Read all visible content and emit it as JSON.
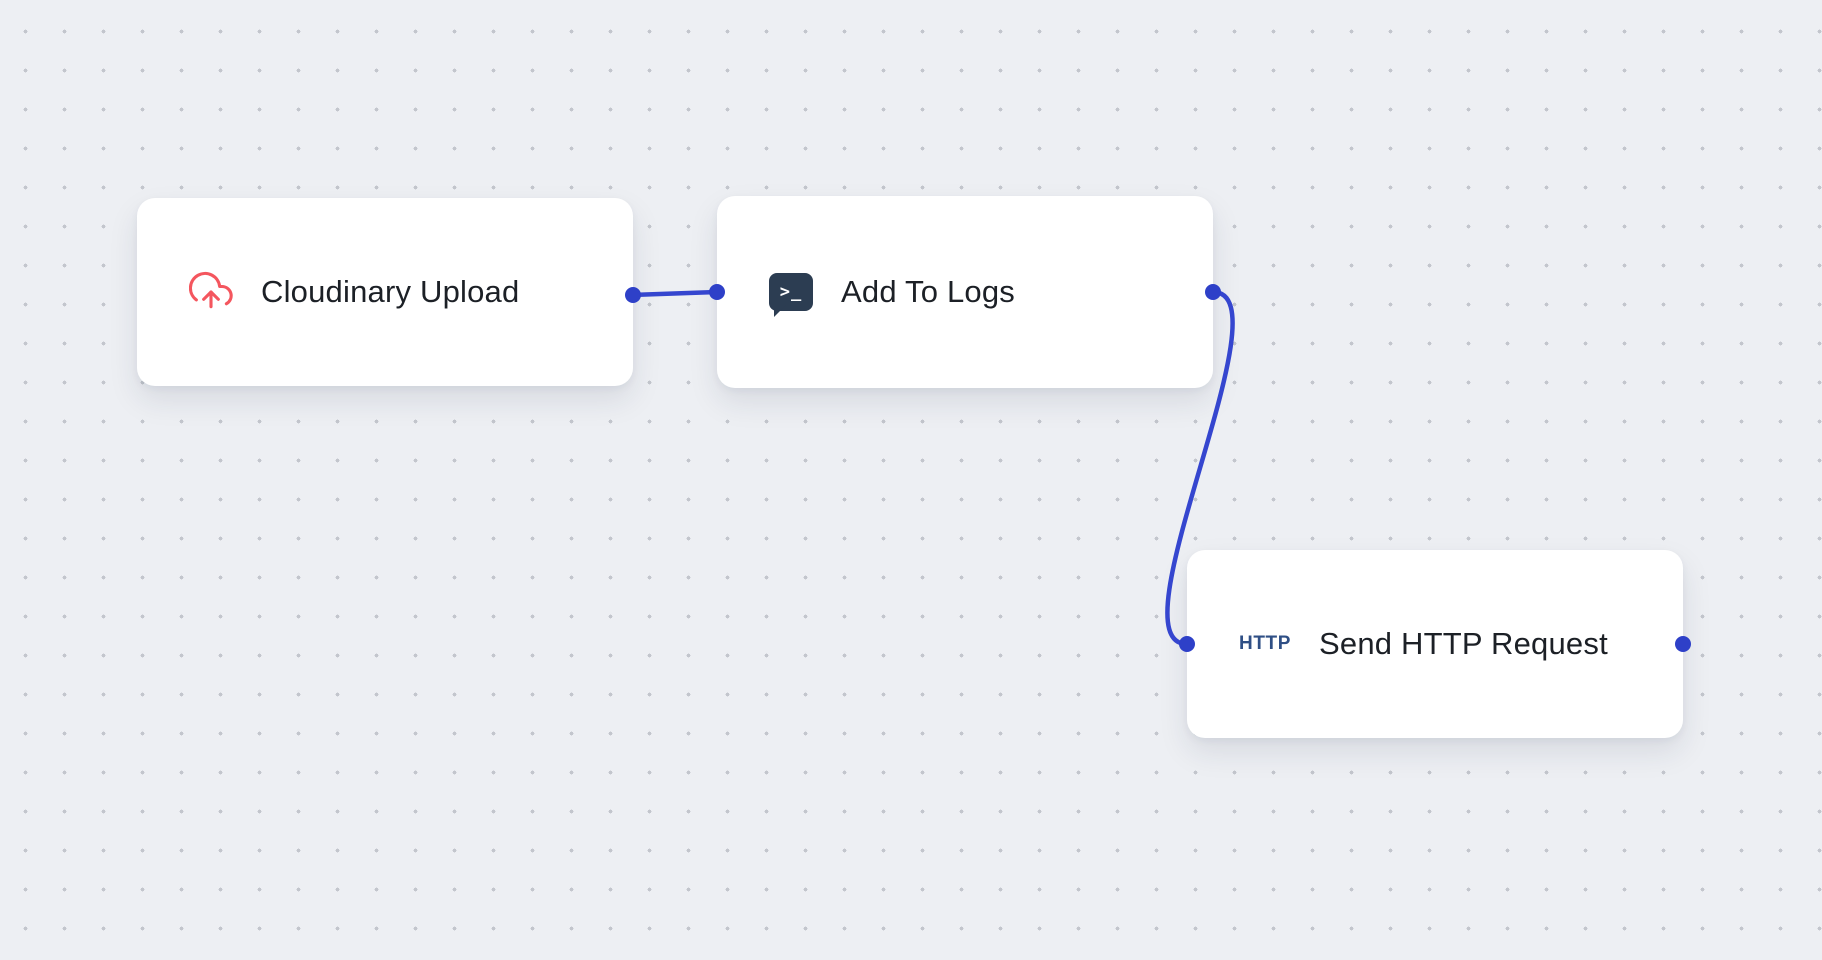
{
  "canvas": {
    "name": "workflow-editor-canvas",
    "grid": "dot"
  },
  "colors": {
    "canvas_bg": "#edeff3",
    "grid_dot": "#c3c6cd",
    "node_bg": "#ffffff",
    "node_text": "#1c2026",
    "connection": "#3546cf",
    "port": "#2e40c8",
    "cloudinary_icon": "#f4565e",
    "terminal_icon_bg": "#2c3d52",
    "terminal_icon_fg": "#ffffff",
    "http_icon_text": "#2f4f85"
  },
  "nodes": [
    {
      "id": "cloudinary-upload",
      "label": "Cloudinary Upload",
      "icon": "cloud-upload-icon",
      "has_input": false,
      "has_output": true
    },
    {
      "id": "add-to-logs",
      "label": "Add To Logs",
      "icon": "terminal-icon",
      "icon_glyph": ">_",
      "has_input": true,
      "has_output": true
    },
    {
      "id": "send-http-request",
      "label": "Send HTTP Request",
      "icon": "http-icon",
      "icon_text": "HTTP",
      "has_input": true,
      "has_output": true
    }
  ],
  "edges": [
    {
      "from": "cloudinary-upload",
      "to": "add-to-logs"
    },
    {
      "from": "add-to-logs",
      "to": "send-http-request"
    }
  ]
}
